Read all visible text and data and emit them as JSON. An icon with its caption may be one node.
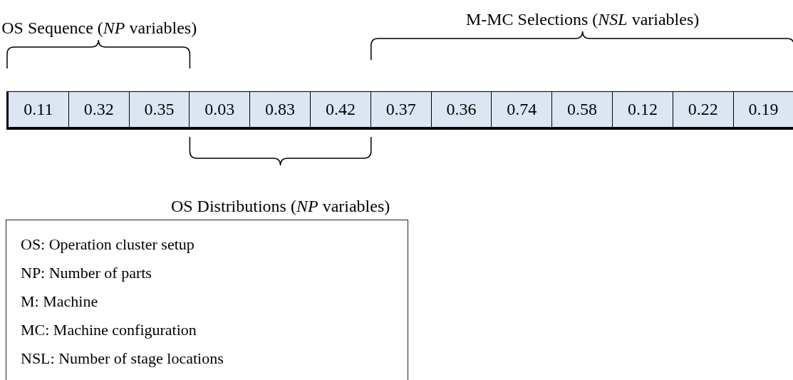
{
  "diagram": {
    "nodes": [
      {
        "text": [
          "0.11"
        ]
      },
      {
        "text": [
          "0.32"
        ]
      },
      {
        "text": [
          "0.35"
        ]
      },
      {
        "text": [
          "0.03"
        ]
      },
      {
        "text": [
          "0.83"
        ]
      },
      {
        "text": [
          "0.42"
        ]
      },
      {
        "text": [
          "0.37"
        ]
      },
      {
        "text": [
          "0.36"
        ]
      },
      {
        "text": [
          "0.74"
        ]
      },
      {
        "text": [
          "0.58"
        ]
      },
      {
        "text": [
          "0.12"
        ]
      },
      {
        "text": [
          "0.22"
        ]
      },
      {
        "text": [
          "0.19"
        ]
      },
      {
        "text": [
          "OS: Operation cluster setup",
          "NP: Number of parts",
          "M: Machine",
          "MC: Machine configuration",
          "NSL: Number of stage locations"
        ]
      }
    ],
    "labels": [
      "OS Sequence (*NP* variables)",
      "M-MC Selections (*NSL* variables)",
      "OS Distributions (*NP* variables)"
    ]
  }
}
